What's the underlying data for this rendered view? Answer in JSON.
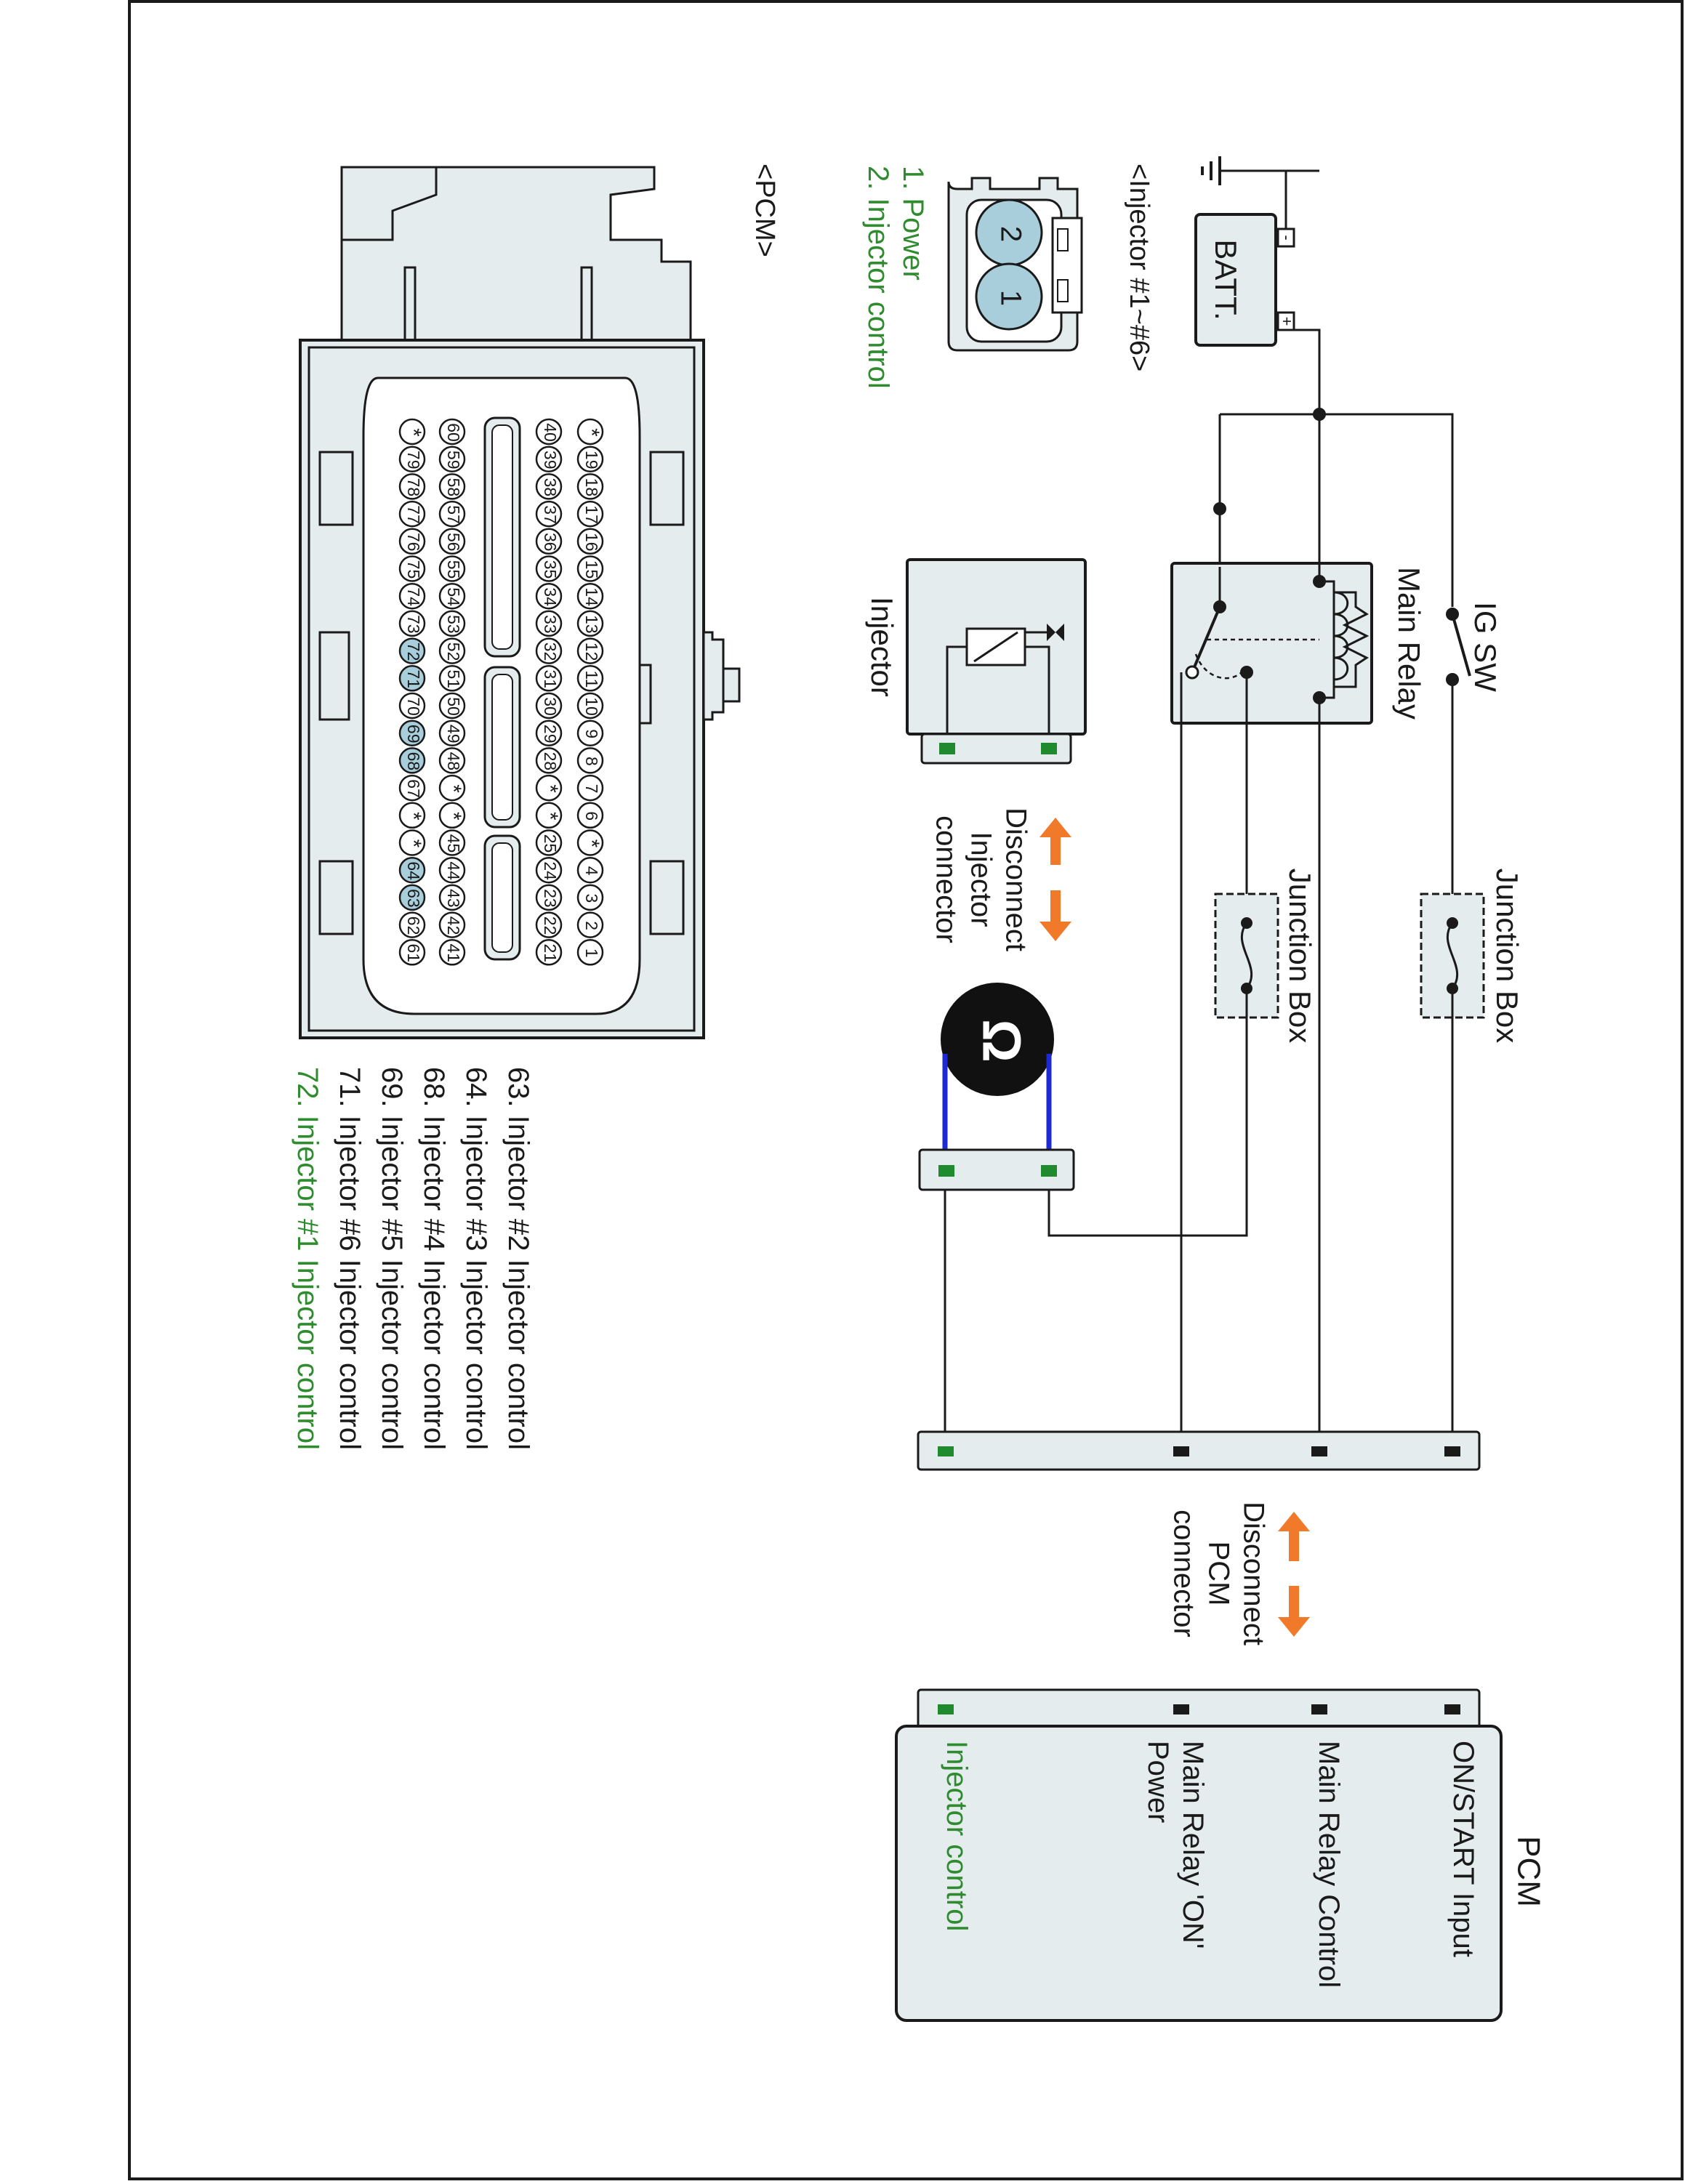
{
  "title": "",
  "batt": "BATT.",
  "batt_minus": "-",
  "batt_plus": "+",
  "ig_sw": "IG SW",
  "main_relay": "Main Relay",
  "injector": "Injector",
  "junction_box_1": "Junction Box",
  "junction_box_2": "Junction Box",
  "disconnect_injector": [
    "Disconnect",
    "Injector",
    "connector"
  ],
  "disconnect_pcm": [
    "Disconnect",
    "PCM",
    "connector"
  ],
  "ohm_symbol": "Ω",
  "injector_connector": {
    "title": "<Injector #1~#6>",
    "pin_labels": [
      "2",
      "1"
    ],
    "pins": [
      {
        "text": "1. Power",
        "color": "#2e8b2e"
      },
      {
        "text": "2. Injector control",
        "color": "#2e8b2e"
      }
    ]
  },
  "pcm_box": {
    "title": "PCM",
    "terminals": [
      {
        "text": "ON/START Input",
        "color": "#1a1a1a"
      },
      {
        "text": "Main Relay Control",
        "color": "#1a1a1a"
      },
      {
        "text": "Main Relay 'ON'",
        "color": "#1a1a1a"
      },
      {
        "text": "Power",
        "color": "#1a1a1a"
      },
      {
        "text": "Injector control",
        "color": "#2e8b2e"
      }
    ]
  },
  "pcm_connector": {
    "title": "<PCM>",
    "rows": [
      [
        "*",
        "19",
        "18",
        "17",
        "16",
        "15",
        "14",
        "13",
        "12",
        "11",
        "10",
        "9",
        "8",
        "7",
        "6",
        "*",
        "4",
        "3",
        "2",
        "1"
      ],
      [
        "40",
        "39",
        "38",
        "37",
        "36",
        "35",
        "34",
        "33",
        "32",
        "31",
        "30",
        "29",
        "28",
        "*",
        "*",
        "25",
        "24",
        "23",
        "22",
        "21"
      ],
      [
        "60",
        "59",
        "58",
        "57",
        "56",
        "55",
        "54",
        "53",
        "52",
        "51",
        "50",
        "49",
        "48",
        "*",
        "*",
        "45",
        "44",
        "43",
        "42",
        "41"
      ],
      [
        "*",
        "79",
        "78",
        "77",
        "76",
        "75",
        "74",
        "73",
        "72",
        "71",
        "70",
        "69",
        "68",
        "67",
        "*",
        "*",
        "64",
        "63",
        "62",
        "61"
      ]
    ],
    "highlighted": [
      "72",
      "71",
      "69",
      "68",
      "64",
      "63"
    ],
    "pins": [
      {
        "text": "63. Injector #2 Injector control",
        "color": "#1a1a1a"
      },
      {
        "text": "64. Injector #3 Injector control",
        "color": "#1a1a1a"
      },
      {
        "text": "68. Injector #4 Injector control",
        "color": "#1a1a1a"
      },
      {
        "text": "69. Injector #5 Injector control",
        "color": "#1a1a1a"
      },
      {
        "text": "71. Injector #6 Injector control",
        "color": "#1a1a1a"
      },
      {
        "text": "72. Injector #1 Injector control",
        "color": "#2e8b2e"
      }
    ]
  },
  "colors": {
    "connector_fill": "#e4ecee",
    "pin_highlight": "#a9cedb",
    "terminal_green": "#1f8a2e",
    "meter_lead": "#1c2bd6",
    "arrow": "#f07a2a"
  }
}
